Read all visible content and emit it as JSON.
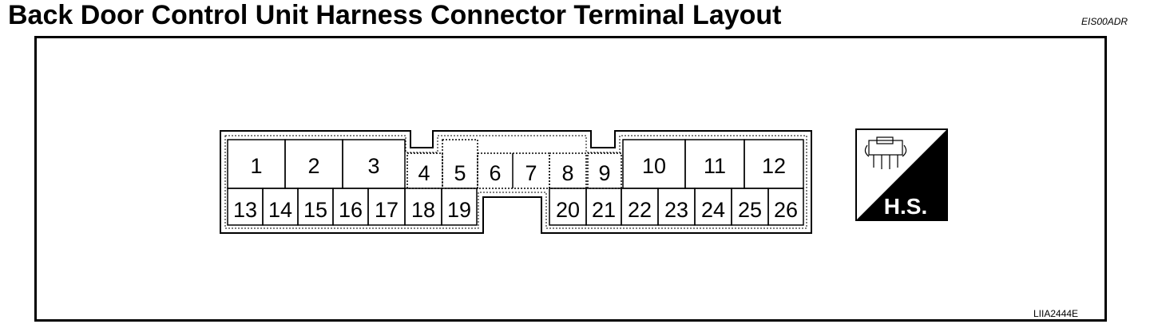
{
  "title": "Back Door Control Unit Harness Connector Terminal Layout",
  "ref_code_top": "EIS00ADR",
  "ref_code_bottom": "LIIA2444E",
  "connector": {
    "terminals_top": [
      "1",
      "2",
      "3",
      "4",
      "5",
      "6",
      "7",
      "8",
      "9",
      "10",
      "11",
      "12"
    ],
    "terminals_bottom": [
      "13",
      "14",
      "15",
      "16",
      "17",
      "18",
      "19",
      "20",
      "21",
      "22",
      "23",
      "24",
      "25",
      "26"
    ]
  },
  "hs_symbol": {
    "label": "H.S.",
    "icon": "harness-side-connector-icon"
  }
}
